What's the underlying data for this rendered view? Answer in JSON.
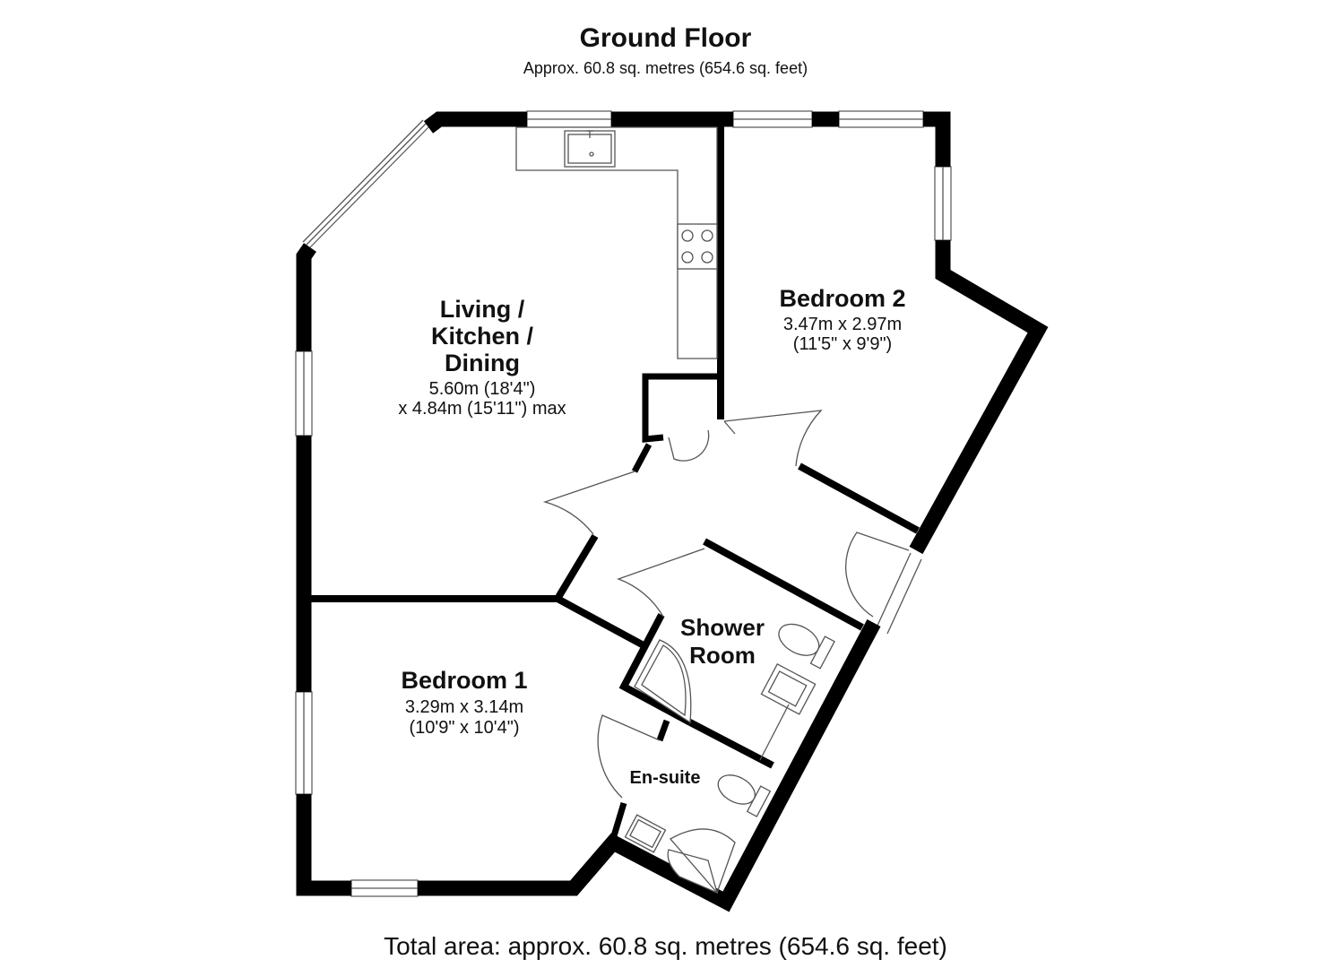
{
  "floor": {
    "title": "Ground Floor",
    "subtitle": "Approx. 60.8 sq. metres (654.6 sq. feet)",
    "total": "Total area: approx. 60.8 sq. metres (654.6 sq. feet)"
  },
  "rooms": {
    "living": {
      "name_lines": [
        "Living /",
        "Kitchen /",
        "Dining"
      ],
      "dim_lines": [
        "5.60m (18'4\")",
        "x 4.84m (15'11\") max"
      ]
    },
    "bedroom2": {
      "name": "Bedroom 2",
      "dim_lines": [
        "3.47m x 2.97m",
        "(11'5\" x 9'9\")"
      ]
    },
    "shower": {
      "name_lines": [
        "Shower",
        "Room"
      ]
    },
    "bedroom1": {
      "name": "Bedroom 1",
      "dim_lines": [
        "3.29m x 3.14m",
        "(10'9\" x 10'4\")"
      ]
    },
    "ensuite": {
      "name": "En-suite"
    }
  },
  "colors": {
    "wall": "#000000",
    "fixture_line": "#555555",
    "background": "#ffffff"
  }
}
